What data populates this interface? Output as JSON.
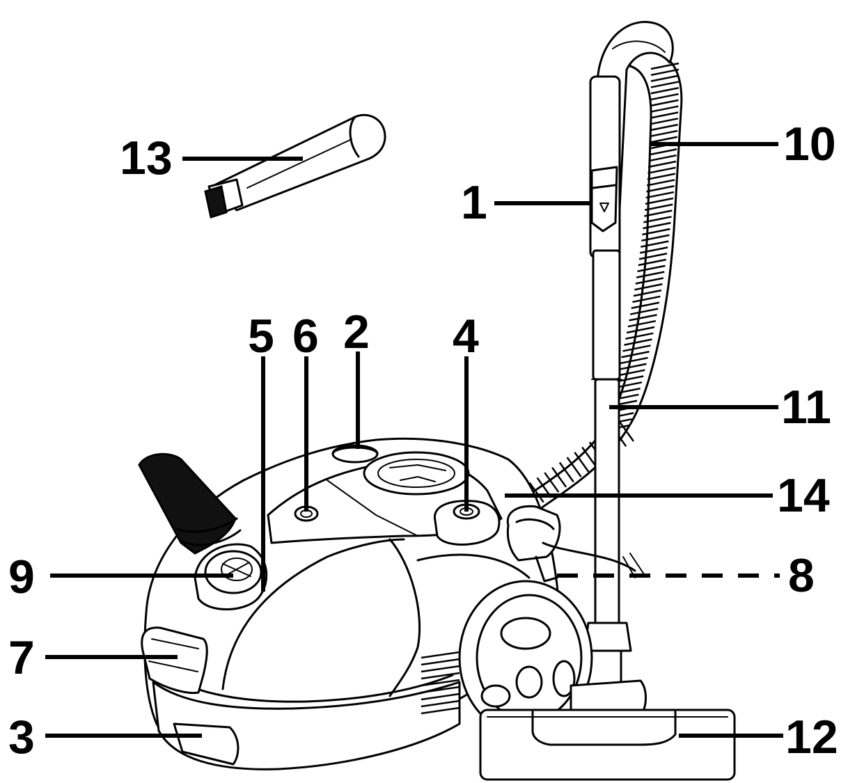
{
  "callouts": [
    {
      "id": "1",
      "label": "1"
    },
    {
      "id": "2",
      "label": "2"
    },
    {
      "id": "3",
      "label": "3"
    },
    {
      "id": "4",
      "label": "4"
    },
    {
      "id": "5",
      "label": "5"
    },
    {
      "id": "6",
      "label": "6"
    },
    {
      "id": "7",
      "label": "7"
    },
    {
      "id": "8",
      "label": "8"
    },
    {
      "id": "9",
      "label": "9"
    },
    {
      "id": "10",
      "label": "10"
    },
    {
      "id": "11",
      "label": "11"
    },
    {
      "id": "12",
      "label": "12"
    },
    {
      "id": "13",
      "label": "13"
    },
    {
      "id": "14",
      "label": "14"
    }
  ],
  "colors": {
    "ink": "#000000",
    "paper": "#ffffff"
  }
}
